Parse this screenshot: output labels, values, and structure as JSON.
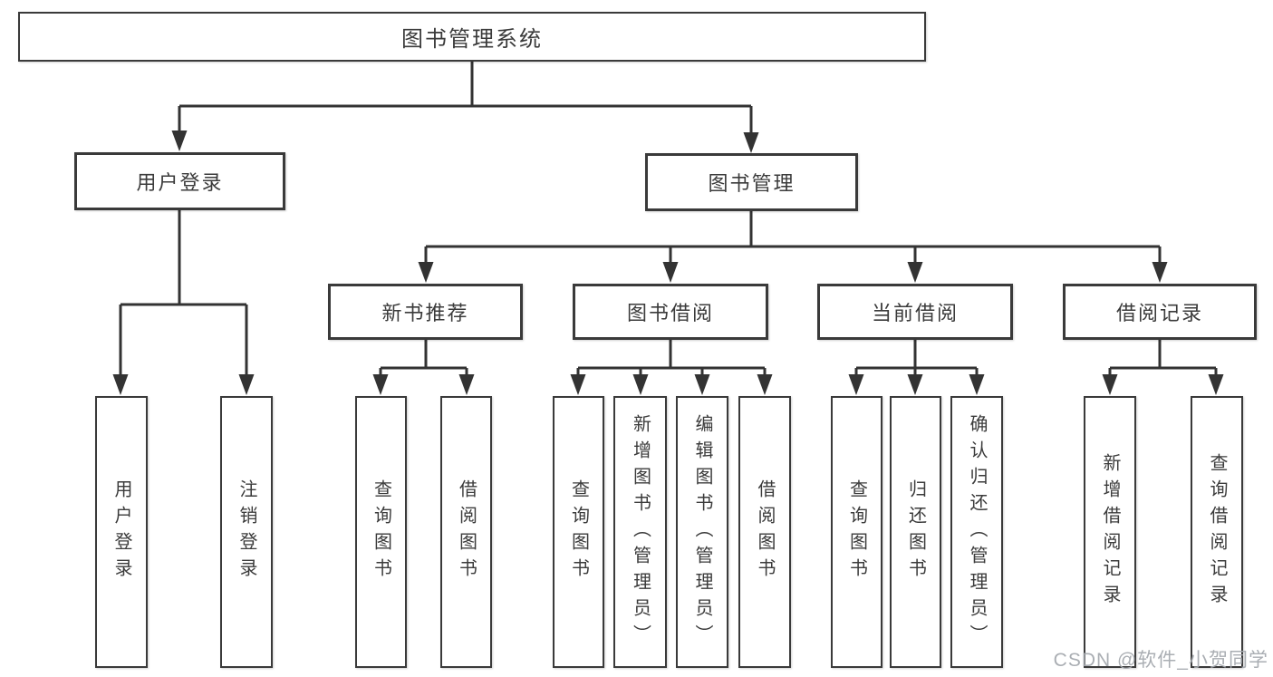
{
  "colors": {
    "background": "#ffffff",
    "line": "#333333",
    "box_border": "#3a3a3a",
    "text": "#3b3b3b",
    "watermark": "#a5aaaf"
  },
  "tree": {
    "root": {
      "label": "图书管理系统"
    },
    "branches": [
      {
        "label": "用户登录",
        "leaves": [
          "用户登录",
          "注销登录"
        ]
      },
      {
        "label": "图书管理",
        "groups": [
          {
            "label": "新书推荐",
            "leaves": [
              "查询图书",
              "借阅图书"
            ]
          },
          {
            "label": "图书借阅",
            "leaves": [
              "查询图书",
              "新增图书（管理员）",
              "编辑图书（管理员）",
              "借阅图书"
            ]
          },
          {
            "label": "当前借阅",
            "leaves": [
              "查询图书",
              "归还图书",
              "确认归还（管理员）"
            ]
          },
          {
            "label": "借阅记录",
            "leaves": [
              "新增借阅记录",
              "查询借阅记录"
            ]
          }
        ]
      }
    ]
  },
  "watermark": "CSDN @软件_小贺同学"
}
